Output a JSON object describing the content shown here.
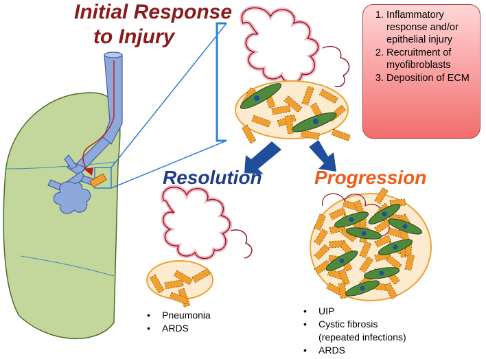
{
  "title": {
    "line1": "Initial Response",
    "line2": "to Injury"
  },
  "steps": [
    "Inflammatory response and/or epithelial injury",
    "Recruitment of myofibroblasts",
    "Deposition of ECM"
  ],
  "resolution": {
    "label": "Resolution",
    "items": [
      "Pneumonia",
      "ARDS"
    ]
  },
  "progression": {
    "label": "Progression",
    "items": [
      "UIP",
      "Cystic fibrosis",
      "(repeated infections)",
      "ARDS"
    ]
  },
  "colors": {
    "title": "#8b1a1a",
    "resolution": "#1f3c8a",
    "progression": "#f05a1a",
    "lung": "#c3d69b",
    "airway": "#8fa8dc",
    "alveolus_outline": "#8b1a2a",
    "fibroblast": "#4f8a3c",
    "collagen": "#f0a030",
    "arrow": "#1f4e9a",
    "bracket": "#2f7fd0"
  }
}
